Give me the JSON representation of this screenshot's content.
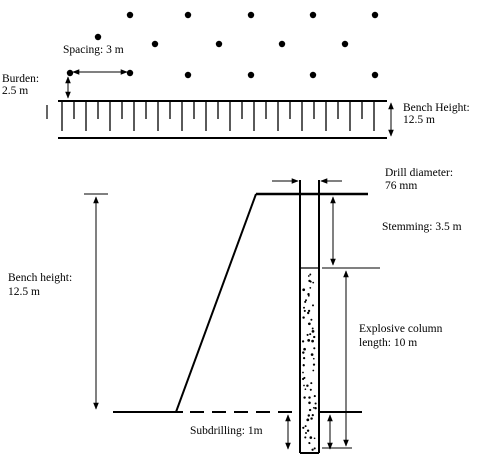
{
  "plan_view": {
    "spacing_label": "Spacing: 3 m",
    "burden_label_line1": "Burden:",
    "burden_label_line2": "2.5 m",
    "bench_height_line1": "Bench Height:",
    "bench_height_line2": "12.5 m"
  },
  "section_view": {
    "drill_diameter_line1": "Drill diameter:",
    "drill_diameter_line2": "76 mm",
    "stemming_label": "Stemming: 3.5 m",
    "explosive_line1": "Explosive column",
    "explosive_line2": "length: 10 m",
    "bench_height_line1": "Bench height:",
    "bench_height_line2": "12.5 m",
    "subdrilling_label": "Subdrilling: 1m"
  },
  "colors": {
    "ink": "#000000",
    "background": "#ffffff"
  }
}
